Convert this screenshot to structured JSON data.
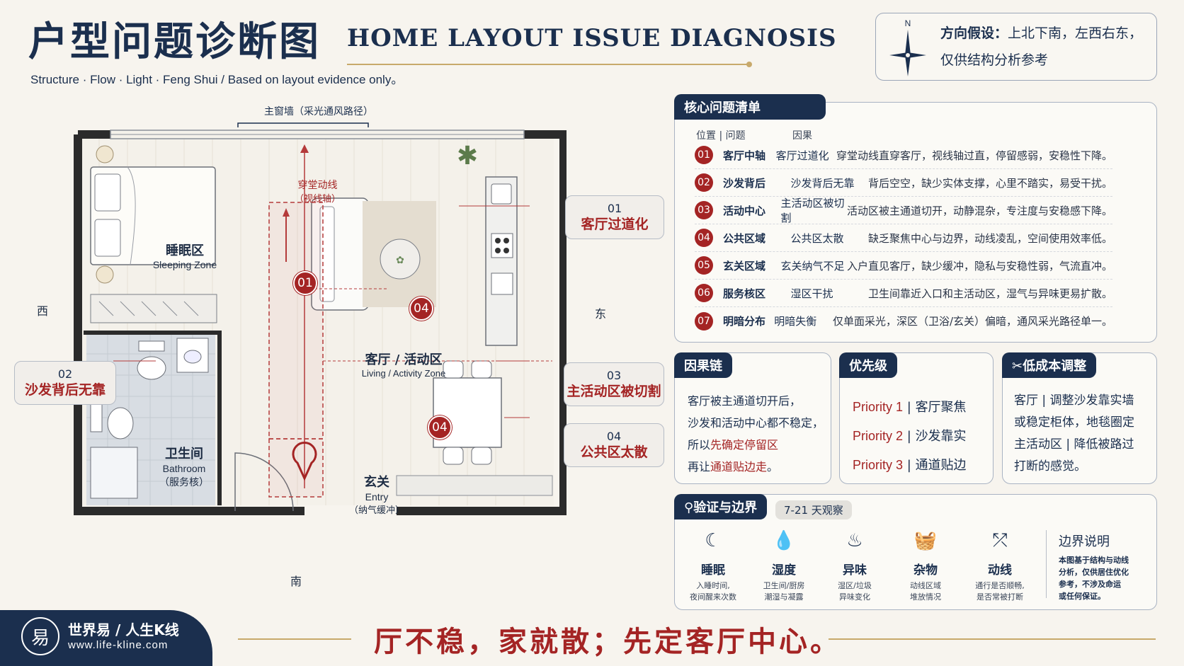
{
  "header": {
    "title_cn": "户型问题诊断图",
    "title_en": "HOME LAYOUT ISSUE DIAGNOSIS",
    "subtitle": "Structure · Flow · Light · Feng Shui / Based on layout evidence only。"
  },
  "orientation": {
    "compass_label": "N",
    "label": "方向假设：",
    "line1_rest": "上北下南，左西右东，",
    "line2": "仅供结构分析参考"
  },
  "floorplan": {
    "window_label": "主窗墙（采光通风路径）",
    "flow_label": "穿堂动线",
    "flow_sub": "（视线轴）",
    "west": "西",
    "east": "东",
    "south": "南",
    "sleeping_cn": "睡眠区",
    "sleeping_en": "Sleeping Zone",
    "living_cn": "客厅 / 活动区",
    "living_en": "Living / Activity Zone",
    "bath_cn": "卫生间",
    "bath_en": "Bathroom",
    "bath_sub": "（服务核）",
    "entry_cn": "玄关",
    "entry_en": "Entry",
    "entry_sub": "（纳气缓冲）",
    "pins": [
      "01",
      "04",
      "04"
    ],
    "callouts": [
      {
        "num": "01",
        "text": "客厅过道化"
      },
      {
        "num": "02",
        "text": "沙发背后无靠"
      },
      {
        "num": "03",
        "text": "主活动区被切割"
      },
      {
        "num": "04",
        "text": "公共区太散"
      }
    ]
  },
  "issues": {
    "tab": "核心问题清单",
    "head_loc": "位置 | 问题",
    "head_cause": "因果",
    "rows": [
      {
        "num": "01",
        "loc": "客厅中轴",
        "prob": "客厅过道化",
        "desc": "穿堂动线直穿客厅，视线轴过直，停留感弱，安稳性下降。"
      },
      {
        "num": "02",
        "loc": "沙发背后",
        "prob": "沙发背后无靠",
        "desc": "背后空空，缺少实体支撑，心里不踏实，易受干扰。"
      },
      {
        "num": "03",
        "loc": "活动中心",
        "prob": "主活动区被切割",
        "desc": "活动区被主通道切开，动静混杂，专注度与安稳感下降。"
      },
      {
        "num": "04",
        "loc": "公共区域",
        "prob": "公共区太散",
        "desc": "缺乏聚焦中心与边界，动线凌乱，空间使用效率低。"
      },
      {
        "num": "05",
        "loc": "玄关区域",
        "prob": "玄关纳气不足",
        "desc": "入户直见客厅，缺少缓冲，隐私与安稳性弱，气流直冲。"
      },
      {
        "num": "06",
        "loc": "服务核区",
        "prob": "湿区干扰",
        "desc": "卫生间靠近入口和主活动区，湿气与异味更易扩散。"
      },
      {
        "num": "07",
        "loc": "明暗分布",
        "prob": "明暗失衡",
        "desc": "仅单面采光，深区（卫浴/玄关）偏暗，通风采光路径单一。"
      }
    ]
  },
  "causal": {
    "tab": "因果链",
    "line1": "客厅被主通道切开后，",
    "line2": "沙发和活动中心都不稳定，",
    "line3a": "所以",
    "line3b": "先确定停留区",
    "line4a": "再让",
    "line4b": "通道贴边走",
    "line4c": "。"
  },
  "priority": {
    "tab": "优先级",
    "items": [
      {
        "p": "Priority 1",
        "t": "客厅聚焦"
      },
      {
        "p": "Priority 2",
        "t": "沙发靠实"
      },
      {
        "p": "Priority 3",
        "t": "通道贴边"
      }
    ]
  },
  "lowcost": {
    "tab": "低成本调整",
    "lines": [
      "客厅 | 调整沙发靠实墙",
      "或稳定柜体，地毯圈定",
      "主活动区 | 降低被路过",
      "打断的感觉。"
    ]
  },
  "verify": {
    "tab": "验证与边界",
    "badge": "7-21 天观察",
    "items": [
      {
        "icon": "☾",
        "title": "睡眠",
        "d1": "入睡时间,",
        "d2": "夜间醒来次数"
      },
      {
        "icon": "💧",
        "title": "湿度",
        "d1": "卫生间/厨房",
        "d2": "潮湿与凝露"
      },
      {
        "icon": "♨",
        "title": "异味",
        "d1": "湿区/垃圾",
        "d2": "异味变化"
      },
      {
        "icon": "🧺",
        "title": "杂物",
        "d1": "动线区域",
        "d2": "堆放情况"
      },
      {
        "icon": "⤱",
        "title": "动线",
        "d1": "通行是否顺畅,",
        "d2": "是否常被打断"
      }
    ],
    "boundary_title": "边界说明",
    "boundary_lines": [
      "本图基于结构与动线",
      "分析，仅供居住优化",
      "参考，不涉及命运",
      "或任何保证。"
    ]
  },
  "brand": {
    "name": "世界易 / 人生K线",
    "url": "www.life-kline.com"
  },
  "slogan": "厅不稳，家就散；先定客厅中心。"
}
